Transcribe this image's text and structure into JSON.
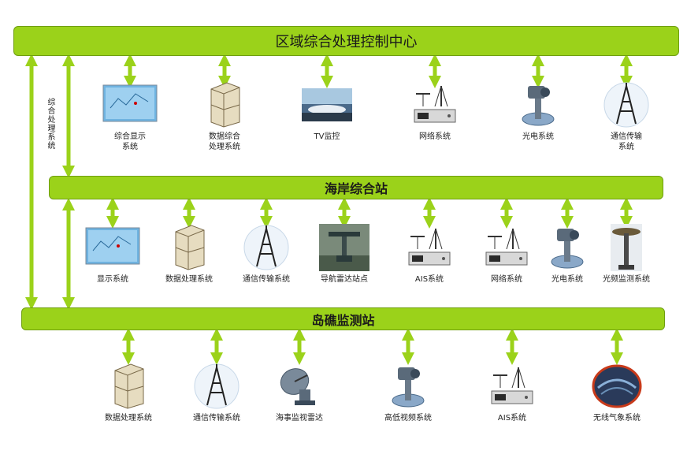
{
  "bars": {
    "top": "区域综合处理控制中心",
    "middle": "海岸综合站",
    "bottom": "岛礁监测站"
  },
  "side_label": "综合处理系统",
  "row1": [
    {
      "label": "综合显示\n系统",
      "icon": "map-display-icon"
    },
    {
      "label": "数据综合\n处理系统",
      "icon": "server-icon"
    },
    {
      "label": "TV监控",
      "icon": "camera-view-icon"
    },
    {
      "label": "网络系统",
      "icon": "radio-equipment-icon"
    },
    {
      "label": "光电系统",
      "icon": "optical-sensor-icon"
    },
    {
      "label": "通信传输\n系统",
      "icon": "tower-icon"
    }
  ],
  "row2": [
    {
      "label": "显示系统",
      "icon": "map-display-icon"
    },
    {
      "label": "数据处理系统",
      "icon": "server-icon"
    },
    {
      "label": "通信传输系统",
      "icon": "tower-icon"
    },
    {
      "label": "导航雷达站点",
      "icon": "radar-icon"
    },
    {
      "label": "AIS系统",
      "icon": "radio-equipment-icon"
    },
    {
      "label": "网络系统",
      "icon": "radio-equipment-icon"
    },
    {
      "label": "光电系统",
      "icon": "optical-sensor-icon"
    },
    {
      "label": "光频监测系统",
      "icon": "radar-antenna-icon"
    }
  ],
  "row3": [
    {
      "label": "数据处理系统",
      "icon": "server-icon"
    },
    {
      "label": "通信传输系统",
      "icon": "tower-icon"
    },
    {
      "label": "海事监视雷达",
      "icon": "dish-radar-icon"
    },
    {
      "label": "高低视频系统",
      "icon": "optical-sensor-icon"
    },
    {
      "label": "AIS系统",
      "icon": "radio-equipment-icon"
    },
    {
      "label": "无线气象系统",
      "icon": "weather-globe-icon"
    }
  ]
}
